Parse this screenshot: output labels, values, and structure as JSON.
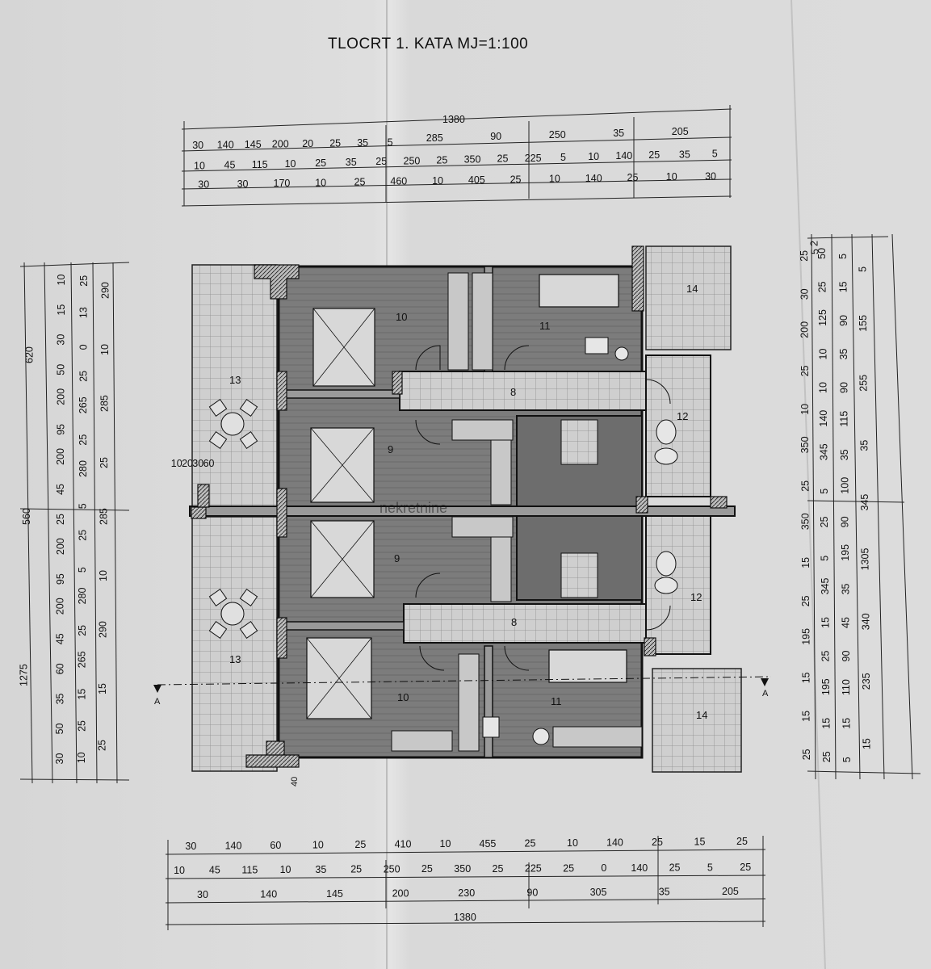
{
  "title": "TLOCRT 1. KATA  MJ=1:100",
  "dims": {
    "top_total": "1380",
    "top_row1": [
      "285",
      "90",
      "250",
      "35",
      "205"
    ],
    "top_row2": [
      "30",
      "140",
      "145",
      "200",
      "20",
      "25",
      "35",
      "5"
    ],
    "top_row3": [
      "10",
      "45",
      "115",
      "10",
      "25",
      "35",
      "25",
      "250",
      "25",
      "350",
      "25",
      "225",
      "5",
      "10",
      "140",
      "25",
      "35",
      "5"
    ],
    "top_row4": [
      "30",
      "30",
      "170",
      "10",
      "25",
      "460",
      "10",
      "405",
      "25",
      "10",
      "140",
      "25",
      "10",
      "30"
    ],
    "bottom_row1": [
      "30",
      "140",
      "60",
      "10",
      "25",
      "410",
      "10",
      "455",
      "25",
      "10",
      "140",
      "25",
      "15",
      "25"
    ],
    "bottom_row2": [
      "10",
      "45",
      "115",
      "10",
      "35",
      "25",
      "250",
      "25",
      "350",
      "25",
      "225",
      "25",
      "0",
      "140",
      "25",
      "5",
      "25"
    ],
    "bottom_row3": [
      "30",
      "140",
      "145",
      "200",
      "230",
      "90",
      "305",
      "35",
      "205"
    ],
    "bottom_total": "1380",
    "left_outer": [
      "1275",
      "560",
      "620"
    ],
    "left_mid": [
      "30",
      "50",
      "35",
      "60",
      "45",
      "200",
      "95",
      "200",
      "25",
      "45",
      "200",
      "95",
      "200",
      "50",
      "30",
      "15",
      "10"
    ],
    "left_a": [
      "10",
      "25",
      "15",
      "265",
      "25",
      "280",
      "5",
      "25",
      "5",
      "280",
      "25",
      "265",
      "25",
      "0",
      "13",
      "25"
    ],
    "left_b": [
      "25",
      "15",
      "290",
      "10",
      "285",
      "25",
      "285",
      "10",
      "290"
    ],
    "left_small": [
      "10",
      "20",
      "30",
      "60"
    ],
    "right_a": [
      "25",
      "30",
      "200",
      "25",
      "10",
      "350",
      "25",
      "350",
      "15",
      "25",
      "195",
      "15",
      "15",
      "25"
    ],
    "right_b": [
      "50",
      "25",
      "125",
      "10",
      "10",
      "140",
      "345",
      "5",
      "25",
      "5",
      "345",
      "15",
      "25",
      "195",
      "15",
      "25"
    ],
    "right_c": [
      "5",
      "15",
      "90",
      "35",
      "90",
      "115",
      "35",
      "100",
      "90",
      "195",
      "35",
      "45",
      "90",
      "110",
      "15",
      "5"
    ],
    "right_d": [
      "5",
      "155",
      "255",
      "35",
      "345",
      "1305",
      "340",
      "235",
      "15"
    ],
    "right_e": [
      "2",
      "5"
    ]
  },
  "rooms": {
    "r10a": "10",
    "r11a": "11",
    "r14a": "14",
    "r13a": "13",
    "r8a": "8",
    "r12a": "12",
    "r9a": "9",
    "r9b": "9",
    "r8b": "8",
    "r12b": "12",
    "r13b": "13",
    "r10b": "10",
    "r11b": "11",
    "r14b": "14"
  },
  "section_mark": "A",
  "dim_40": "40",
  "watermark": "nekretnine"
}
